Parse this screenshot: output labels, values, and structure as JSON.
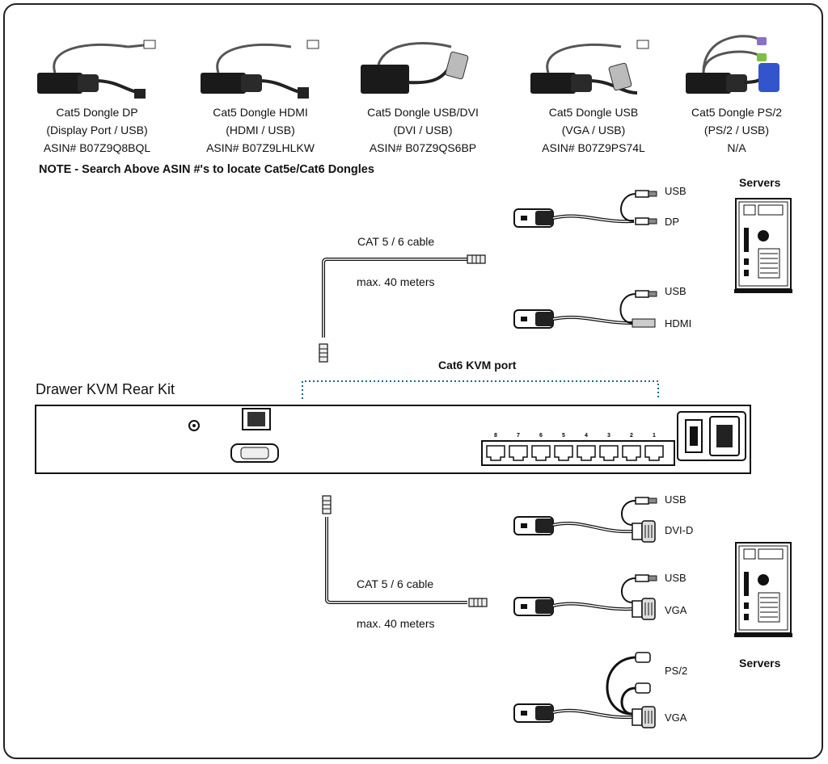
{
  "dongles": [
    {
      "name": "Cat5 Dongle DP",
      "ports": "(Display Port / USB)",
      "asin": "ASIN# B07Z9Q8BQL"
    },
    {
      "name": "Cat5 Dongle HDMI",
      "ports": "(HDMI / USB)",
      "asin": "ASIN# B07Z9LHLKW"
    },
    {
      "name": "Cat5 Dongle USB/DVI",
      "ports": "(DVI / USB)",
      "asin": "ASIN# B07Z9QS6BP"
    },
    {
      "name": "Cat5 Dongle USB",
      "ports": "(VGA / USB)",
      "asin": "ASIN# B07Z9PS74L"
    },
    {
      "name": "Cat5 Dongle PS/2",
      "ports": "(PS/2 / USB)",
      "asin": "N/A"
    }
  ],
  "note": "NOTE - Search Above ASIN #'s to locate Cat5e/Cat6 Dongles",
  "servers_label": "Servers",
  "cable_top": {
    "label": "CAT 5 / 6 cable",
    "length": "max. 40 meters"
  },
  "cable_bottom": {
    "label": "CAT 5 / 6 cable",
    "length": "max. 40 meters"
  },
  "kvm_port_label": "Cat6 KVM port",
  "drawer_label": "Drawer KVM Rear Kit",
  "port_numbers": [
    "8",
    "7",
    "6",
    "5",
    "4",
    "3",
    "2",
    "1"
  ],
  "connections_top": [
    {
      "usb": "USB",
      "video": "DP"
    },
    {
      "usb": "USB",
      "video": "HDMI"
    }
  ],
  "connections_bottom": [
    {
      "usb": "USB",
      "video": "DVI-D"
    },
    {
      "usb": "USB",
      "video": "VGA"
    },
    {
      "usb": "PS/2",
      "video": "VGA"
    }
  ],
  "colors": {
    "dongle_body": "#1a1a1a",
    "ps2_purple": "#8a6fc7",
    "ps2_green": "#7fbf3f",
    "vga_blue": "#3355cc",
    "port_dots": "#1a6a8a"
  }
}
